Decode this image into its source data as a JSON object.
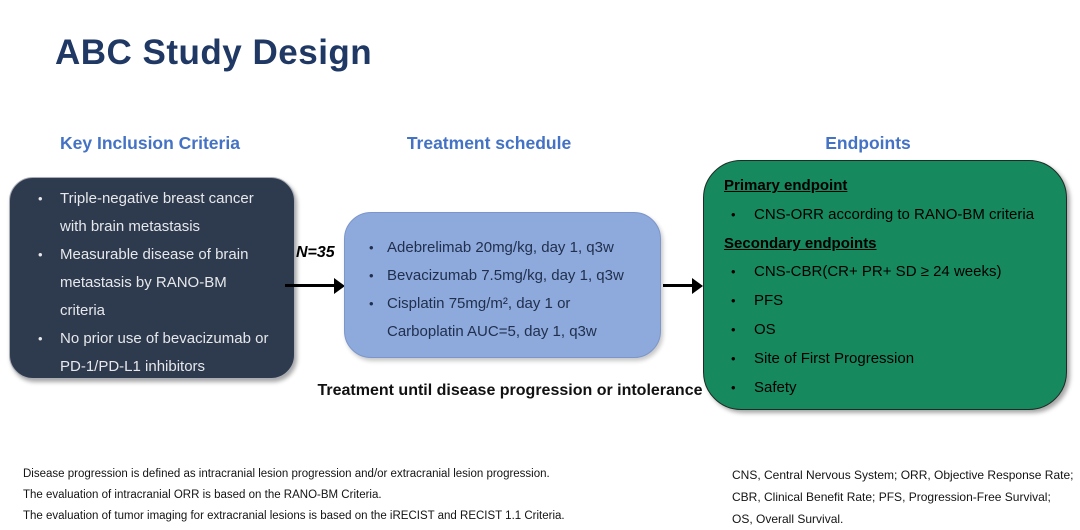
{
  "title": "ABC Study Design",
  "headings": {
    "inclusion": "Key Inclusion Criteria",
    "treatment": "Treatment schedule",
    "endpoints": "Endpoints"
  },
  "inclusion_box": {
    "items": [
      {
        "lines": [
          "Triple-negative breast cancer",
          "with brain metastasis"
        ]
      },
      {
        "lines": [
          "Measurable disease of brain",
          "metastasis by RANO-BM",
          "criteria"
        ]
      },
      {
        "lines": [
          "No prior use of bevacizumab or",
          "PD-1/PD-L1 inhibitors"
        ]
      }
    ]
  },
  "flow": {
    "n_label": "N=35",
    "until_note": "Treatment until disease progression or intolerance"
  },
  "treatment_box": {
    "items": [
      {
        "line1": "Adebrelimab 20mg/kg, day 1, q3w"
      },
      {
        "line1": "Bevacizumab 7.5mg/kg, day 1, q3w"
      },
      {
        "line1": "Cisplatin 75mg/m², day 1 or",
        "line2": "Carboplatin AUC=5, day 1, q3w"
      }
    ]
  },
  "endpoints_box": {
    "primary_heading": "Primary endpoint",
    "primary_items": [
      "CNS-ORR according to RANO-BM criteria"
    ],
    "secondary_heading": "Secondary endpoints",
    "secondary_items": [
      "CNS-CBR(CR+ PR+ SD ≥ 24 weeks)",
      "PFS",
      "OS",
      "Site of First Progression",
      "Safety"
    ]
  },
  "footnotes_left": {
    "lines": [
      "Disease progression is defined as intracranial lesion progression  and/or extracranial lesion progression.",
      "The evaluation of intracranial ORR is based on the RANO-BM Criteria.",
      "The evaluation of tumor imaging for extracranial lesions is based on the iRECIST and RECIST 1.1 Criteria."
    ]
  },
  "footnotes_right": {
    "lines": [
      "CNS, Central Nervous System;  ORR, Objective Response Rate;",
      "CBR, Clinical Benefit Rate; PFS, Progression-Free Survival;",
      "OS, Overall Survival."
    ]
  },
  "colors": {
    "title_text": "#1F3864",
    "heading_text": "#4472C4",
    "inclusion_box_bg": "#2E3A4E",
    "inclusion_box_text": "#E6E8EB",
    "treatment_box_bg": "#8EA9DB",
    "treatment_box_text": "#1F2F4D",
    "endpoints_box_bg": "#17895F",
    "endpoints_box_text": "#000000",
    "arrow": "#000000"
  }
}
